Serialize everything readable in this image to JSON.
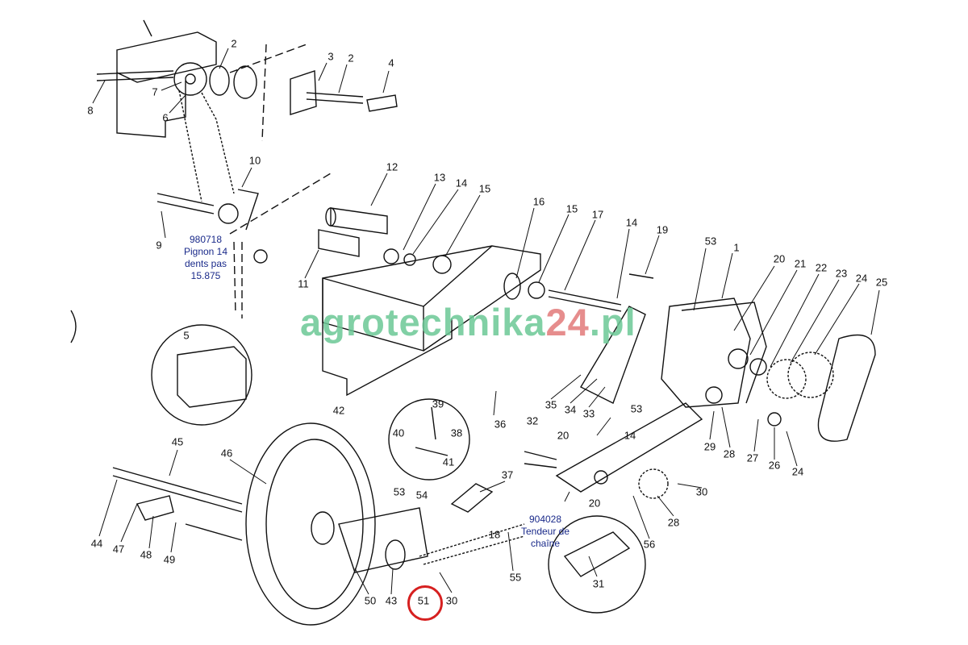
{
  "diagram": {
    "labels": [
      "2",
      "3",
      "2",
      "4",
      "8",
      "7",
      "6",
      "10",
      "12",
      "13",
      "14",
      "15",
      "16",
      "15",
      "17",
      "14",
      "19",
      "53",
      "1",
      "20",
      "21",
      "22",
      "23",
      "24",
      "25",
      "9",
      "11",
      "5",
      "42",
      "36",
      "35",
      "34",
      "33",
      "53",
      "39",
      "40",
      "38",
      "41",
      "32",
      "20",
      "14",
      "29",
      "28",
      "27",
      "26",
      "24",
      "45",
      "46",
      "37",
      "53",
      "54",
      "30",
      "20",
      "18",
      "28",
      "56",
      "44",
      "47",
      "48",
      "49",
      "55",
      "50",
      "43",
      "51",
      "30",
      "31"
    ],
    "notes": {
      "pignon": {
        "ref": "980718",
        "line1": "Pignon 14",
        "line2": "dents pas",
        "line3": "15.875"
      },
      "tendeur": {
        "ref": "904028",
        "line1": "Tendeur de",
        "line2": "chaîne"
      }
    },
    "highlighted_label": "51",
    "highlight_color": "#d62020"
  },
  "watermark": {
    "main": "agrotechnika",
    "accent": "24",
    "suffix": ".pl"
  }
}
